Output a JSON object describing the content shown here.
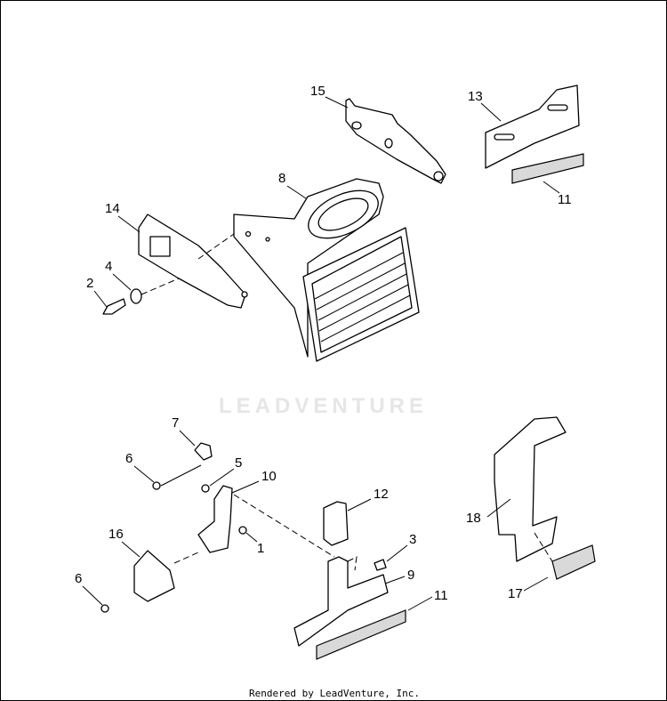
{
  "diagram": {
    "callouts": [
      "15",
      "13",
      "8",
      "11",
      "14",
      "4",
      "2",
      "7",
      "6",
      "5",
      "10",
      "12",
      "18",
      "16",
      "1",
      "3",
      "9",
      "6",
      "11",
      "17"
    ],
    "watermark": "LEADVENTURE",
    "footer": "Rendered by LeadVenture, Inc."
  }
}
